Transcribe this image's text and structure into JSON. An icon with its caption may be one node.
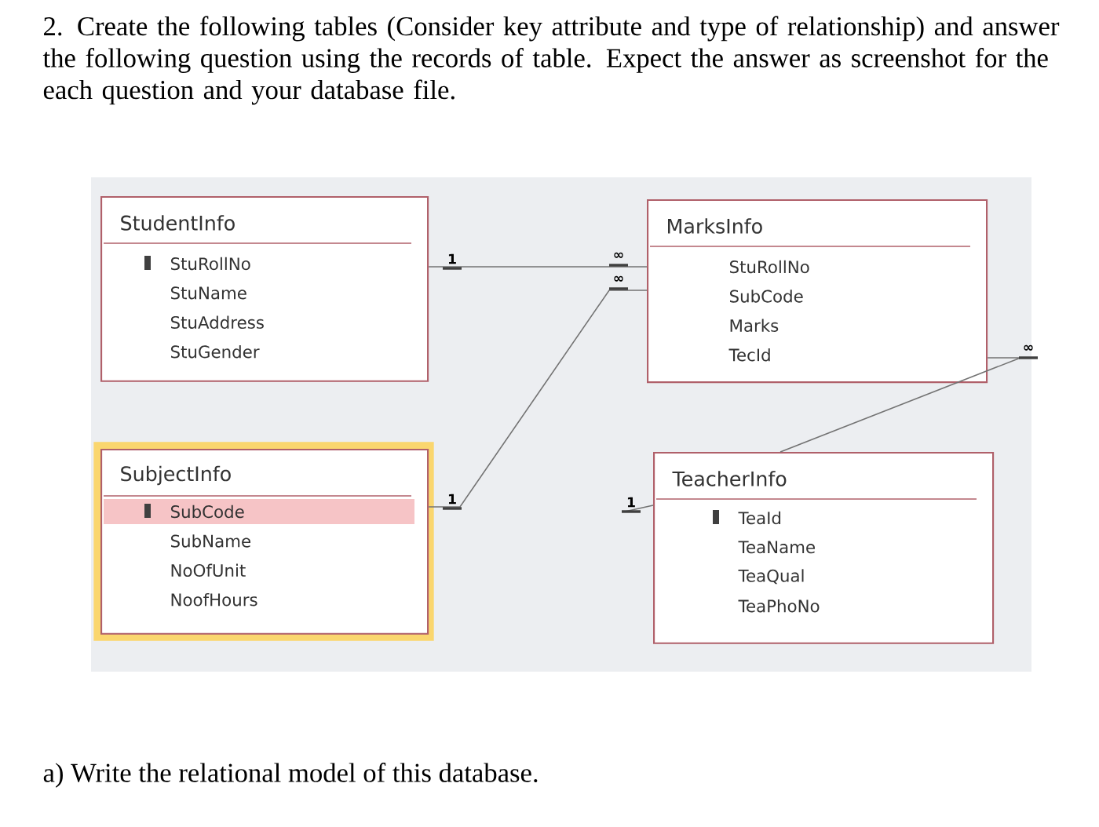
{
  "diagram": {
    "title": "2. Create the following tables (Consider key attribute and type of relationship) and answer the following question using the records of table. Expect the answer as screenshot for the each question and your database file.",
    "caption": "a) Write the relational model of this database.",
    "nodes": [
      {
        "text": [
          "StudentInfo",
          "StuRollNo",
          "StuName",
          "StuAddress",
          "StuGender"
        ]
      },
      {
        "text": [
          "MarksInfo",
          "StuRollNo",
          "SubCode",
          "Marks",
          "TecId"
        ]
      },
      {
        "text": [
          "SubjectInfo",
          "SubCode",
          "SubName",
          "NoOfUnit",
          "NoofHours"
        ]
      },
      {
        "text": [
          "TeacherInfo",
          "TeaId",
          "TeaName",
          "TeaQual",
          "TeaPhoNo"
        ]
      }
    ],
    "edges": [
      {
        "from": 0,
        "to": 1,
        "arrow": "none"
      },
      {
        "from": 2,
        "to": 1,
        "arrow": "none"
      },
      {
        "from": 3,
        "to": 1,
        "arrow": "none"
      }
    ],
    "labels": [
      "1",
      "∞",
      "∞",
      "∞",
      "1",
      "1"
    ]
  }
}
